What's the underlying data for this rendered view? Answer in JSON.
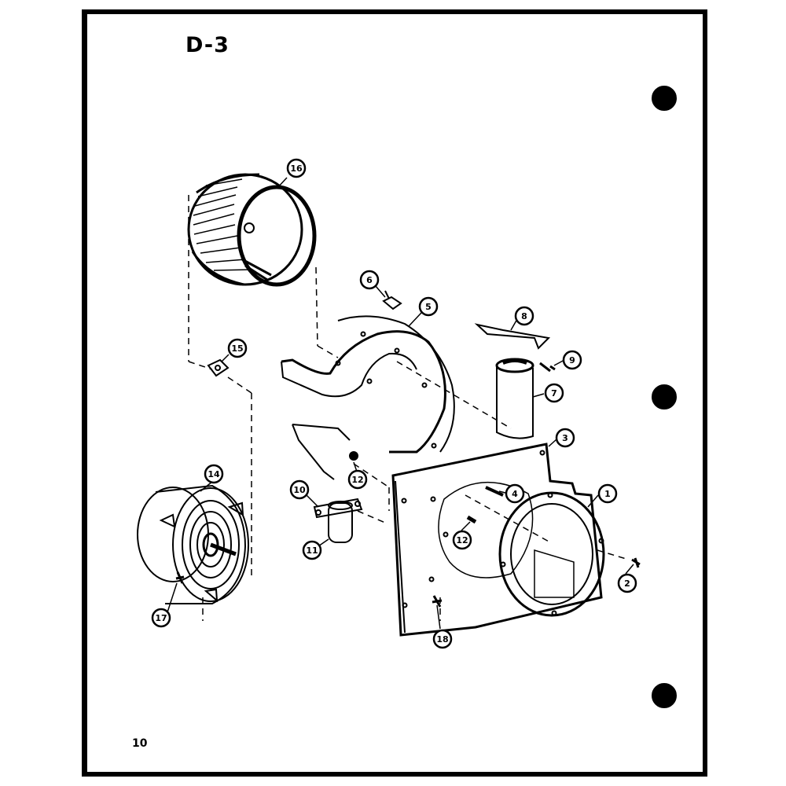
{
  "page": {
    "title": "D-3",
    "page_number": "10"
  },
  "callouts": [
    {
      "id": "c16a",
      "label": "16"
    },
    {
      "id": "c6a",
      "label": "6"
    },
    {
      "id": "c5",
      "label": "5"
    },
    {
      "id": "c8",
      "label": "8"
    },
    {
      "id": "c9",
      "label": "9"
    },
    {
      "id": "c7",
      "label": "7"
    },
    {
      "id": "c15",
      "label": "15"
    },
    {
      "id": "c3",
      "label": "3"
    },
    {
      "id": "c12a",
      "label": "12"
    },
    {
      "id": "c4",
      "label": "4"
    },
    {
      "id": "c1",
      "label": "1"
    },
    {
      "id": "c14",
      "label": "14"
    },
    {
      "id": "c10",
      "label": "10"
    },
    {
      "id": "c11",
      "label": "11"
    },
    {
      "id": "c12b",
      "label": "12"
    },
    {
      "id": "c2",
      "label": "2"
    },
    {
      "id": "c17",
      "label": "17"
    },
    {
      "id": "c18",
      "label": "18"
    }
  ]
}
